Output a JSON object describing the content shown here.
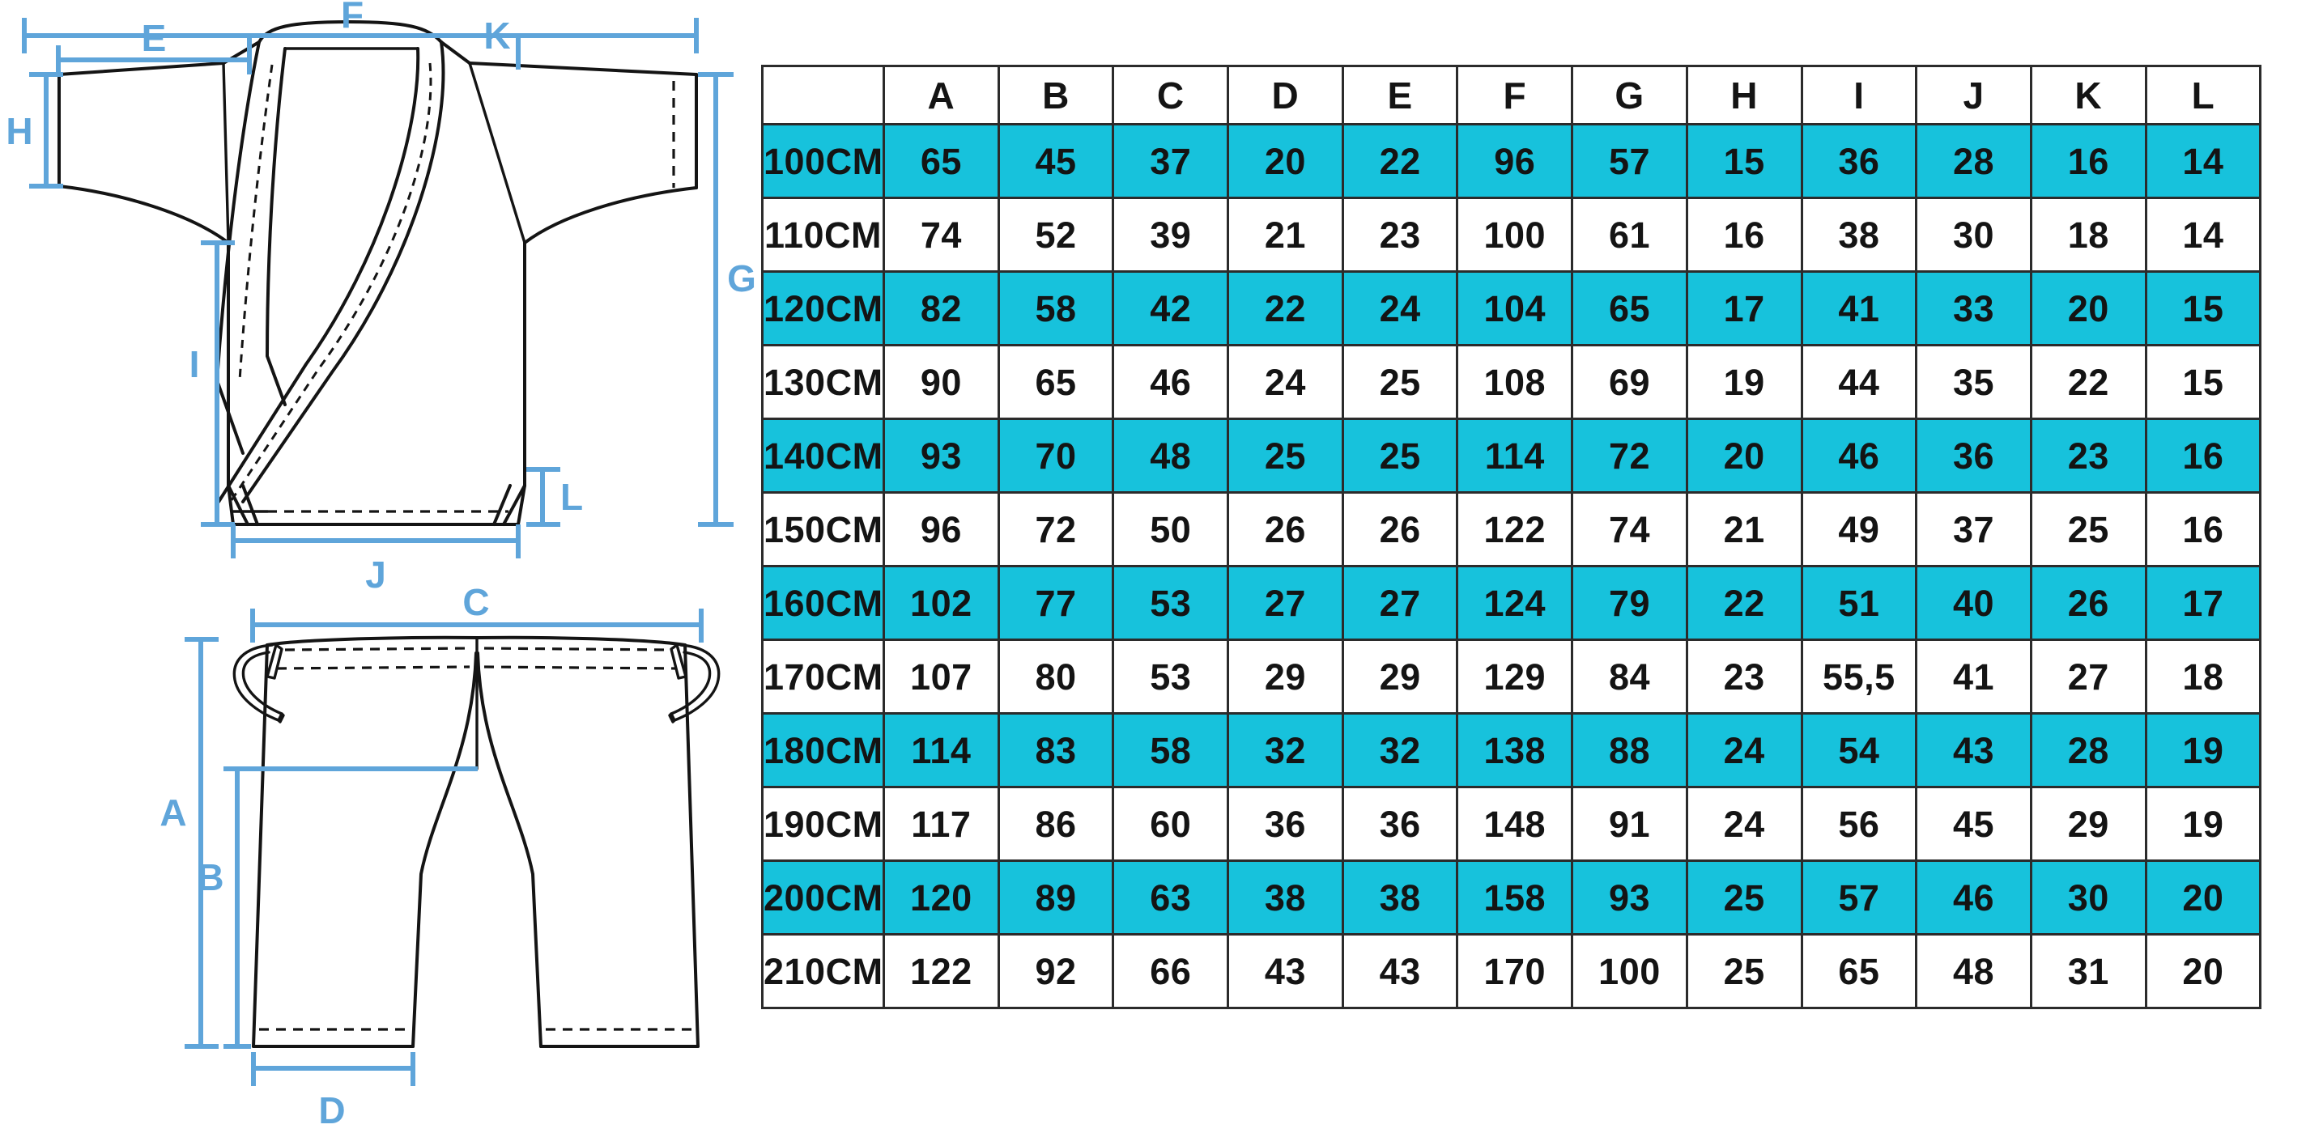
{
  "colors": {
    "accent_cyan": "#17c2dc",
    "dimension_blue": "#5fa5da",
    "line_black": "#141414",
    "border_gray": "#2b2b2b",
    "background": "#ffffff"
  },
  "diagram": {
    "jacket": {
      "name": "karate-jacket-technical-drawing",
      "dimension_labels": [
        "E",
        "F",
        "G",
        "H",
        "I",
        "J",
        "K",
        "L"
      ]
    },
    "pants": {
      "name": "karate-pants-technical-drawing",
      "dimension_labels": [
        "A",
        "B",
        "C",
        "D"
      ]
    },
    "labels": {
      "A": "A",
      "B": "B",
      "C": "C",
      "D": "D",
      "E": "E",
      "F": "F",
      "G": "G",
      "H": "H",
      "I": "I",
      "J": "J",
      "K": "K",
      "L": "L"
    }
  },
  "chart_data": {
    "type": "table",
    "title": "",
    "columns": [
      "",
      "A",
      "B",
      "C",
      "D",
      "E",
      "F",
      "G",
      "H",
      "I",
      "J",
      "K",
      "L"
    ],
    "rows": [
      {
        "size": "100CM",
        "values": [
          "65",
          "45",
          "37",
          "20",
          "22",
          "96",
          "57",
          "15",
          "36",
          "28",
          "16",
          "14"
        ],
        "highlight": true
      },
      {
        "size": "110CM",
        "values": [
          "74",
          "52",
          "39",
          "21",
          "23",
          "100",
          "61",
          "16",
          "38",
          "30",
          "18",
          "14"
        ],
        "highlight": false
      },
      {
        "size": "120CM",
        "values": [
          "82",
          "58",
          "42",
          "22",
          "24",
          "104",
          "65",
          "17",
          "41",
          "33",
          "20",
          "15"
        ],
        "highlight": true
      },
      {
        "size": "130CM",
        "values": [
          "90",
          "65",
          "46",
          "24",
          "25",
          "108",
          "69",
          "19",
          "44",
          "35",
          "22",
          "15"
        ],
        "highlight": false
      },
      {
        "size": "140CM",
        "values": [
          "93",
          "70",
          "48",
          "25",
          "25",
          "114",
          "72",
          "20",
          "46",
          "36",
          "23",
          "16"
        ],
        "highlight": true
      },
      {
        "size": "150CM",
        "values": [
          "96",
          "72",
          "50",
          "26",
          "26",
          "122",
          "74",
          "21",
          "49",
          "37",
          "25",
          "16"
        ],
        "highlight": false
      },
      {
        "size": "160CM",
        "values": [
          "102",
          "77",
          "53",
          "27",
          "27",
          "124",
          "79",
          "22",
          "51",
          "40",
          "26",
          "17"
        ],
        "highlight": true
      },
      {
        "size": "170CM",
        "values": [
          "107",
          "80",
          "53",
          "29",
          "29",
          "129",
          "84",
          "23",
          "55,5",
          "41",
          "27",
          "18"
        ],
        "highlight": false
      },
      {
        "size": "180CM",
        "values": [
          "114",
          "83",
          "58",
          "32",
          "32",
          "138",
          "88",
          "24",
          "54",
          "43",
          "28",
          "19"
        ],
        "highlight": true
      },
      {
        "size": "190CM",
        "values": [
          "117",
          "86",
          "60",
          "36",
          "36",
          "148",
          "91",
          "24",
          "56",
          "45",
          "29",
          "19"
        ],
        "highlight": false
      },
      {
        "size": "200CM",
        "values": [
          "120",
          "89",
          "63",
          "38",
          "38",
          "158",
          "93",
          "25",
          "57",
          "46",
          "30",
          "20"
        ],
        "highlight": true
      },
      {
        "size": "210CM",
        "values": [
          "122",
          "92",
          "66",
          "43",
          "43",
          "170",
          "100",
          "25",
          "65",
          "48",
          "31",
          "20"
        ],
        "highlight": false
      }
    ]
  }
}
